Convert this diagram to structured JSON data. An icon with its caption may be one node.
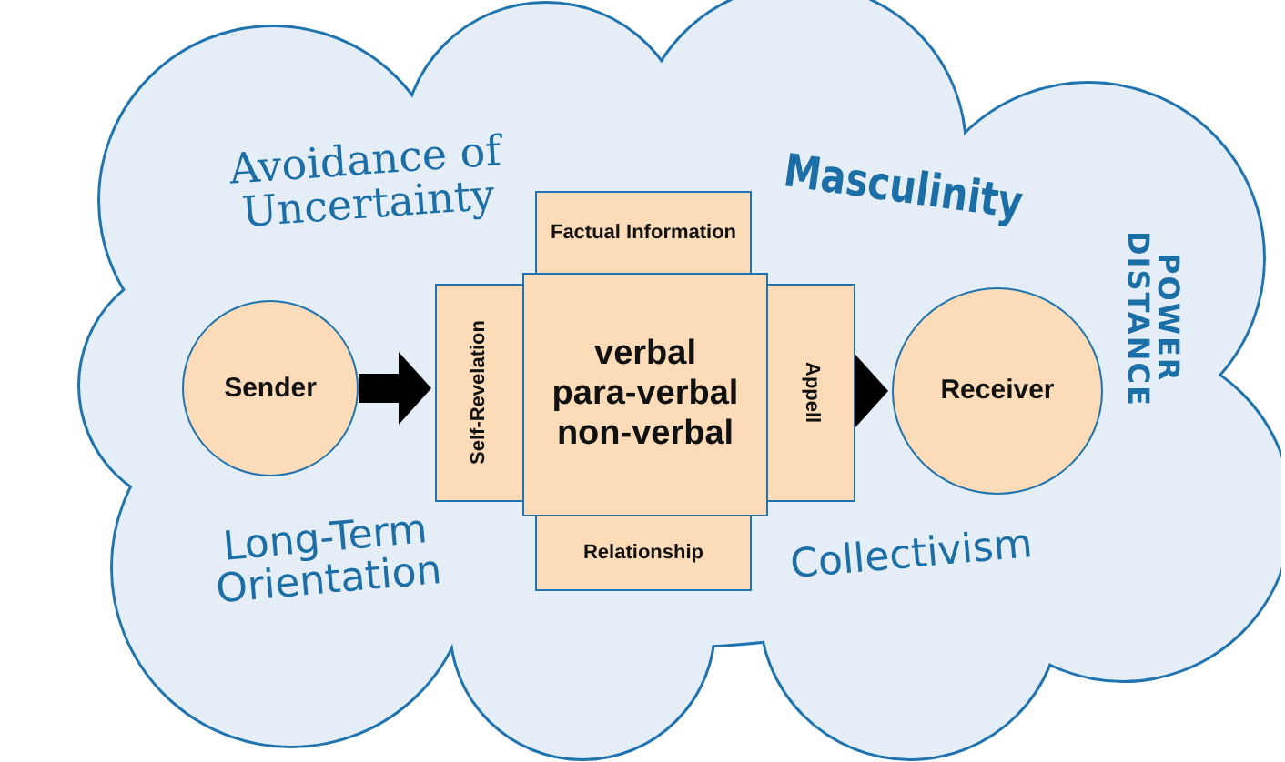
{
  "diagram": {
    "nodes": [
      {
        "text": [
          "Avoidance of Uncertainty",
          "Masculinity",
          "POWER DISTANCE",
          "Long-Term Orientation",
          "Collectivism"
        ]
      },
      {
        "text": [
          "Sender"
        ],
        "in": 0
      },
      {
        "text": [
          "Factual Information"
        ],
        "in": 0
      },
      {
        "text": [
          "Self-Revelation"
        ],
        "in": 0
      },
      {
        "text": [
          "verbal para-verbal non-verbal"
        ],
        "in": 0
      },
      {
        "text": [
          "Appell"
        ],
        "in": 0
      },
      {
        "text": [
          "Relationship"
        ],
        "in": 0
      },
      {
        "text": [
          "Receiver"
        ],
        "in": 0
      }
    ],
    "edges": [
      {
        "from": 1,
        "to": 3,
        "arrow": "to"
      },
      {
        "from": 5,
        "to": 7,
        "arrow": "to"
      }
    ]
  }
}
